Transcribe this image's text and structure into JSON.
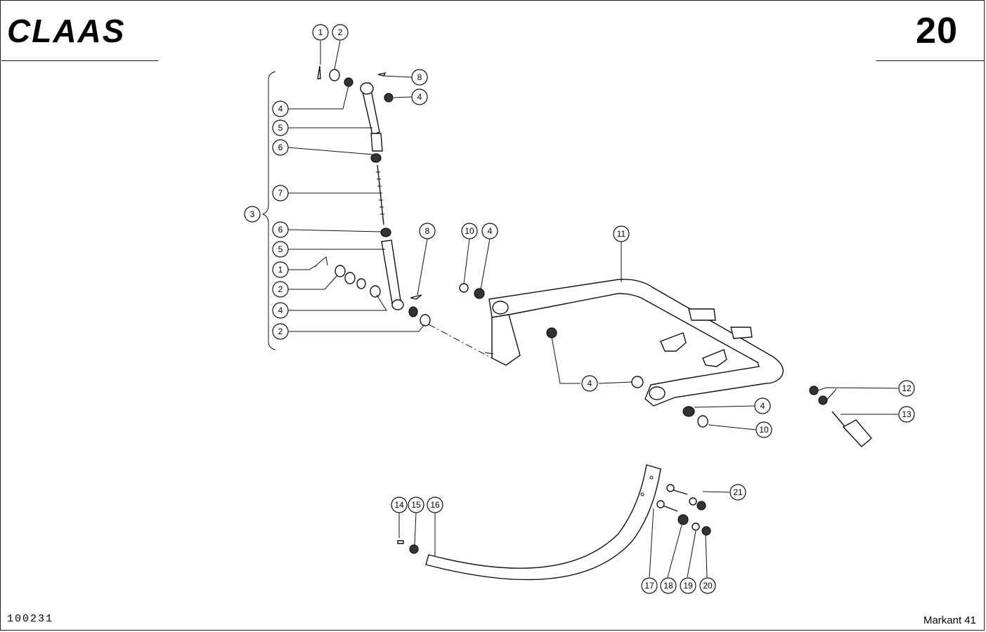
{
  "header": {
    "brand": "CLAAS",
    "page_number": "20"
  },
  "footer": {
    "document_id": "100231",
    "model": "Markant 41"
  },
  "callouts": {
    "c1a": "1",
    "c2a": "2",
    "c8a": "8",
    "c4a": "4",
    "c4b": "4",
    "c5a": "5",
    "c6a": "6",
    "c7": "7",
    "c3": "3",
    "c6b": "6",
    "c5b": "5",
    "c1b": "1",
    "c2b": "2",
    "c4c": "4",
    "c2c": "2",
    "c8b": "8",
    "c10a": "10",
    "c4d": "4",
    "c11": "11",
    "c4e": "4",
    "c4f": "4",
    "c10b": "10",
    "c12": "12",
    "c13": "13",
    "c14": "14",
    "c15": "15",
    "c16": "16",
    "c21": "21",
    "c17": "17",
    "c18": "18",
    "c19": "19",
    "c20": "20"
  }
}
